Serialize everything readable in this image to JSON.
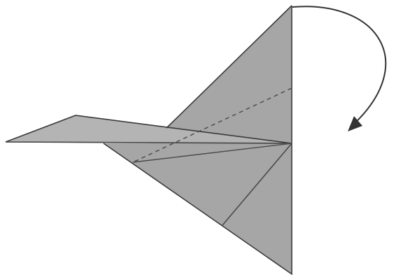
{
  "diagram": {
    "subject": "paper-airplane-fold-step",
    "colors": {
      "paper_fill": "#a6a6a6",
      "paper_fill_light": "#b4b4b4",
      "outline": "#3a3a3a",
      "crease_line": "#4a4a4a",
      "dashed_fold": "#4a4a4a",
      "arrow": "#333333",
      "background": "#ffffff"
    },
    "parts": [
      {
        "name": "upper-fin",
        "kind": "panel"
      },
      {
        "name": "main-body",
        "kind": "panel"
      },
      {
        "name": "left-wing-flap",
        "kind": "panel"
      },
      {
        "name": "dashed-fold-line",
        "kind": "valley-fold"
      },
      {
        "name": "crease-lines",
        "kind": "crease"
      },
      {
        "name": "curved-fold-arrow",
        "kind": "direction-arrow"
      }
    ]
  }
}
